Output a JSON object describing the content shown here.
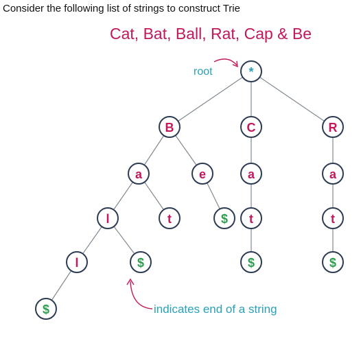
{
  "heading": "Consider the following list of strings to construct Trie",
  "subtitle": "Cat, Bat, Ball, Rat, Cap & Be",
  "root_label": "root",
  "end_note": "indicates end of a string",
  "colors": {
    "letter": "#c2185b",
    "end_marker": "#2e9e4f",
    "root": "#2aa0b4",
    "arrow": "#c2185b"
  },
  "nodes": [
    {
      "id": "root",
      "label": "*",
      "kind": "root"
    },
    {
      "id": "B",
      "label": "B",
      "kind": "letter"
    },
    {
      "id": "C",
      "label": "C",
      "kind": "letter"
    },
    {
      "id": "R",
      "label": "R",
      "kind": "letter"
    },
    {
      "id": "Ba",
      "label": "a",
      "kind": "letter"
    },
    {
      "id": "Be",
      "label": "e",
      "kind": "letter"
    },
    {
      "id": "Ca",
      "label": "a",
      "kind": "letter"
    },
    {
      "id": "Ra",
      "label": "a",
      "kind": "letter"
    },
    {
      "id": "Bal",
      "label": "l",
      "kind": "letter"
    },
    {
      "id": "Bat",
      "label": "t",
      "kind": "letter"
    },
    {
      "id": "Be$",
      "label": "$",
      "kind": "end"
    },
    {
      "id": "Cat",
      "label": "t",
      "kind": "letter"
    },
    {
      "id": "Rat",
      "label": "t",
      "kind": "letter"
    },
    {
      "id": "Ball",
      "label": "l",
      "kind": "letter"
    },
    {
      "id": "Bal$",
      "label": "$",
      "kind": "end"
    },
    {
      "id": "Cat$",
      "label": "$",
      "kind": "end"
    },
    {
      "id": "Rat$",
      "label": "$",
      "kind": "end"
    },
    {
      "id": "Ball$",
      "label": "$",
      "kind": "end"
    }
  ],
  "edges": [
    [
      "root",
      "B"
    ],
    [
      "root",
      "C"
    ],
    [
      "root",
      "R"
    ],
    [
      "B",
      "Ba"
    ],
    [
      "B",
      "Be"
    ],
    [
      "C",
      "Ca"
    ],
    [
      "R",
      "Ra"
    ],
    [
      "Ba",
      "Bal"
    ],
    [
      "Ba",
      "Bat"
    ],
    [
      "Be",
      "Be$"
    ],
    [
      "Ca",
      "Cat"
    ],
    [
      "Ra",
      "Rat"
    ],
    [
      "Bal",
      "Ball"
    ],
    [
      "Bal",
      "Bal$"
    ],
    [
      "Cat",
      "Cat$"
    ],
    [
      "Rat",
      "Rat$"
    ],
    [
      "Ball",
      "Ball$"
    ]
  ]
}
